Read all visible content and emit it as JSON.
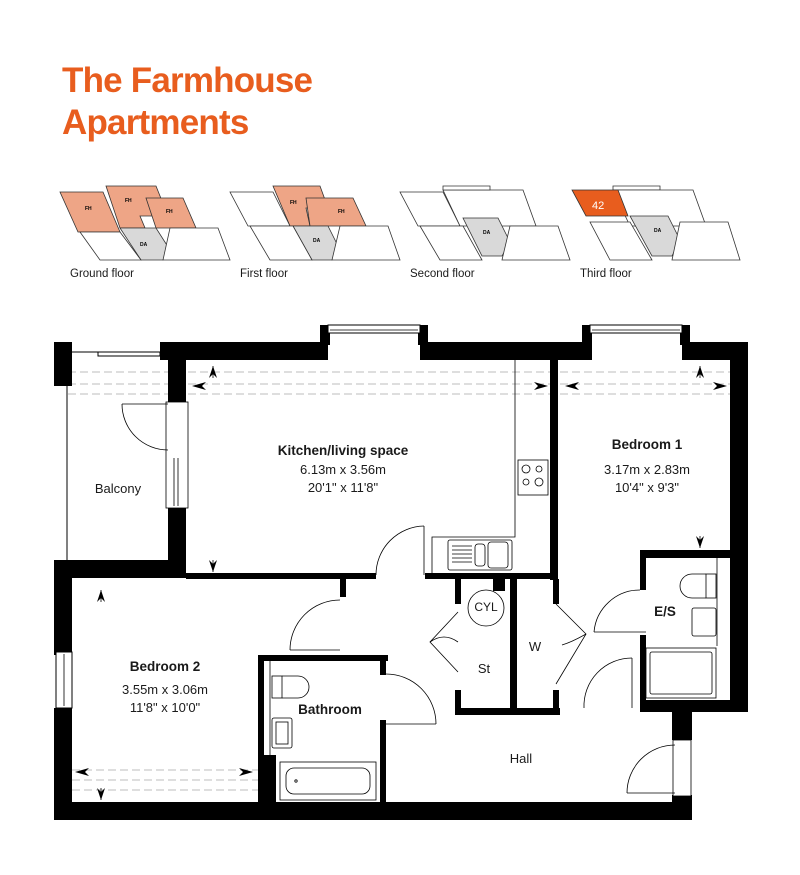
{
  "header": {
    "title_line1": "The Farmhouse",
    "title_line2": "Apartments",
    "accent_color": "#e85d1e"
  },
  "keyplans": [
    {
      "label": "Ground floor",
      "blocks": [
        "FH",
        "FH",
        "FH",
        "DA"
      ],
      "highlight": "FH units"
    },
    {
      "label": "First floor",
      "blocks": [
        "FH",
        "FH",
        "DA"
      ],
      "highlight": "FH units"
    },
    {
      "label": "Second floor",
      "blocks": [
        "DA"
      ],
      "highlight": "none"
    },
    {
      "label": "Third floor",
      "blocks": [
        "42",
        "DA"
      ],
      "highlight": "42"
    }
  ],
  "colors": {
    "fh_fill": "#eea586",
    "selected_fill": "#e85d1e",
    "da_fill": "#d9d9d9",
    "wall": "#000000"
  },
  "rooms": {
    "kitchen": {
      "name": "Kitchen/living space",
      "metric": "6.13m x 3.56m",
      "imperial": "20'1\" x 11'8\""
    },
    "bedroom1": {
      "name": "Bedroom 1",
      "metric": "3.17m x 2.83m",
      "imperial": "10'4\" x 9'3\""
    },
    "bedroom2": {
      "name": "Bedroom 2",
      "metric": "3.55m x 3.06m",
      "imperial": "11'8\" x 10'0\""
    },
    "balcony": {
      "name": "Balcony"
    },
    "bathroom": {
      "name": "Bathroom"
    },
    "ensuite": {
      "name": "E/S"
    },
    "hall": {
      "name": "Hall"
    },
    "store": {
      "name": "St"
    },
    "wardrobe": {
      "name": "W"
    },
    "cylinder": {
      "name": "CYL"
    }
  }
}
